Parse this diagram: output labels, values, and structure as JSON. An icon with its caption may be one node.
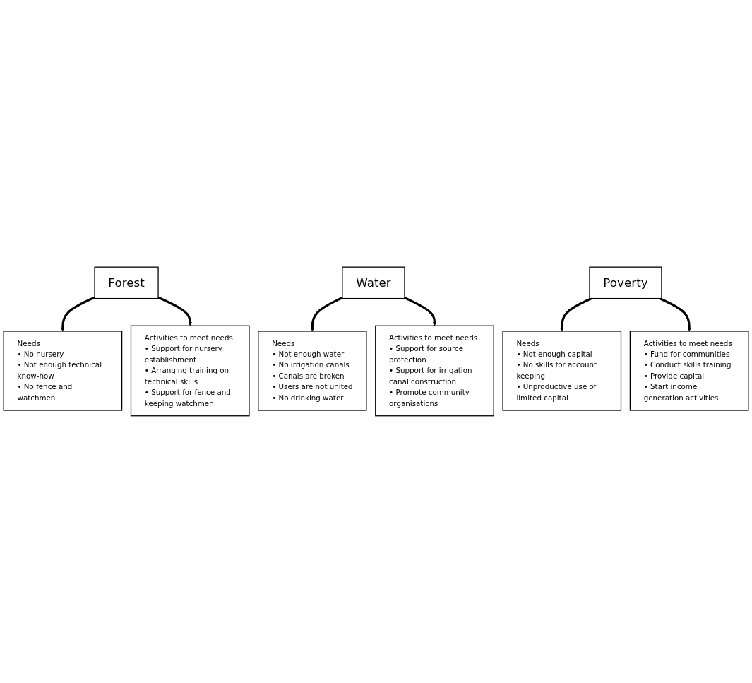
{
  "diagram": {
    "nodes": [
      {
        "text": [
          "Needs",
          "• No nursery",
          "• Not enough technical know-how",
          "• No fence and watchmen"
        ]
      },
      {
        "text": [
          "Forest"
        ]
      },
      {
        "text": [
          "Activities to meet needs",
          "• Support for nursery establishment",
          "• Arranging training on technical skills",
          "• Support for fence and keeping watchmen"
        ]
      },
      {
        "text": [
          "Needs",
          "• Not enough water",
          "• No irrigation canals",
          "• Canals are broken",
          "• Users are not united",
          "• No drinking water"
        ]
      },
      {
        "text": [
          "Water"
        ]
      },
      {
        "text": [
          "Activities to meet needs",
          "• Support for source protection",
          "• Support for irrigation canal construction",
          "• Promote community organisations"
        ]
      },
      {
        "text": [
          "Needs",
          "• Not enough capital",
          "• No skills for account keeping",
          "• Unproductive use of limited capital"
        ]
      },
      {
        "text": [
          "Poverty"
        ]
      },
      {
        "text": [
          "Activities to meet needs",
          "• Fund for communities",
          "• Conduct skills training",
          "• Provide capital",
          "• Start income generation activities"
        ]
      }
    ],
    "edges": [
      {
        "from": 1,
        "to": 0,
        "arrow": "to"
      },
      {
        "from": 1,
        "to": 2,
        "arrow": "to"
      },
      {
        "from": 4,
        "to": 3,
        "arrow": "to"
      },
      {
        "from": 4,
        "to": 5,
        "arrow": "to"
      },
      {
        "from": 7,
        "to": 6,
        "arrow": "to"
      },
      {
        "from": 7,
        "to": 8,
        "arrow": "to"
      }
    ]
  }
}
